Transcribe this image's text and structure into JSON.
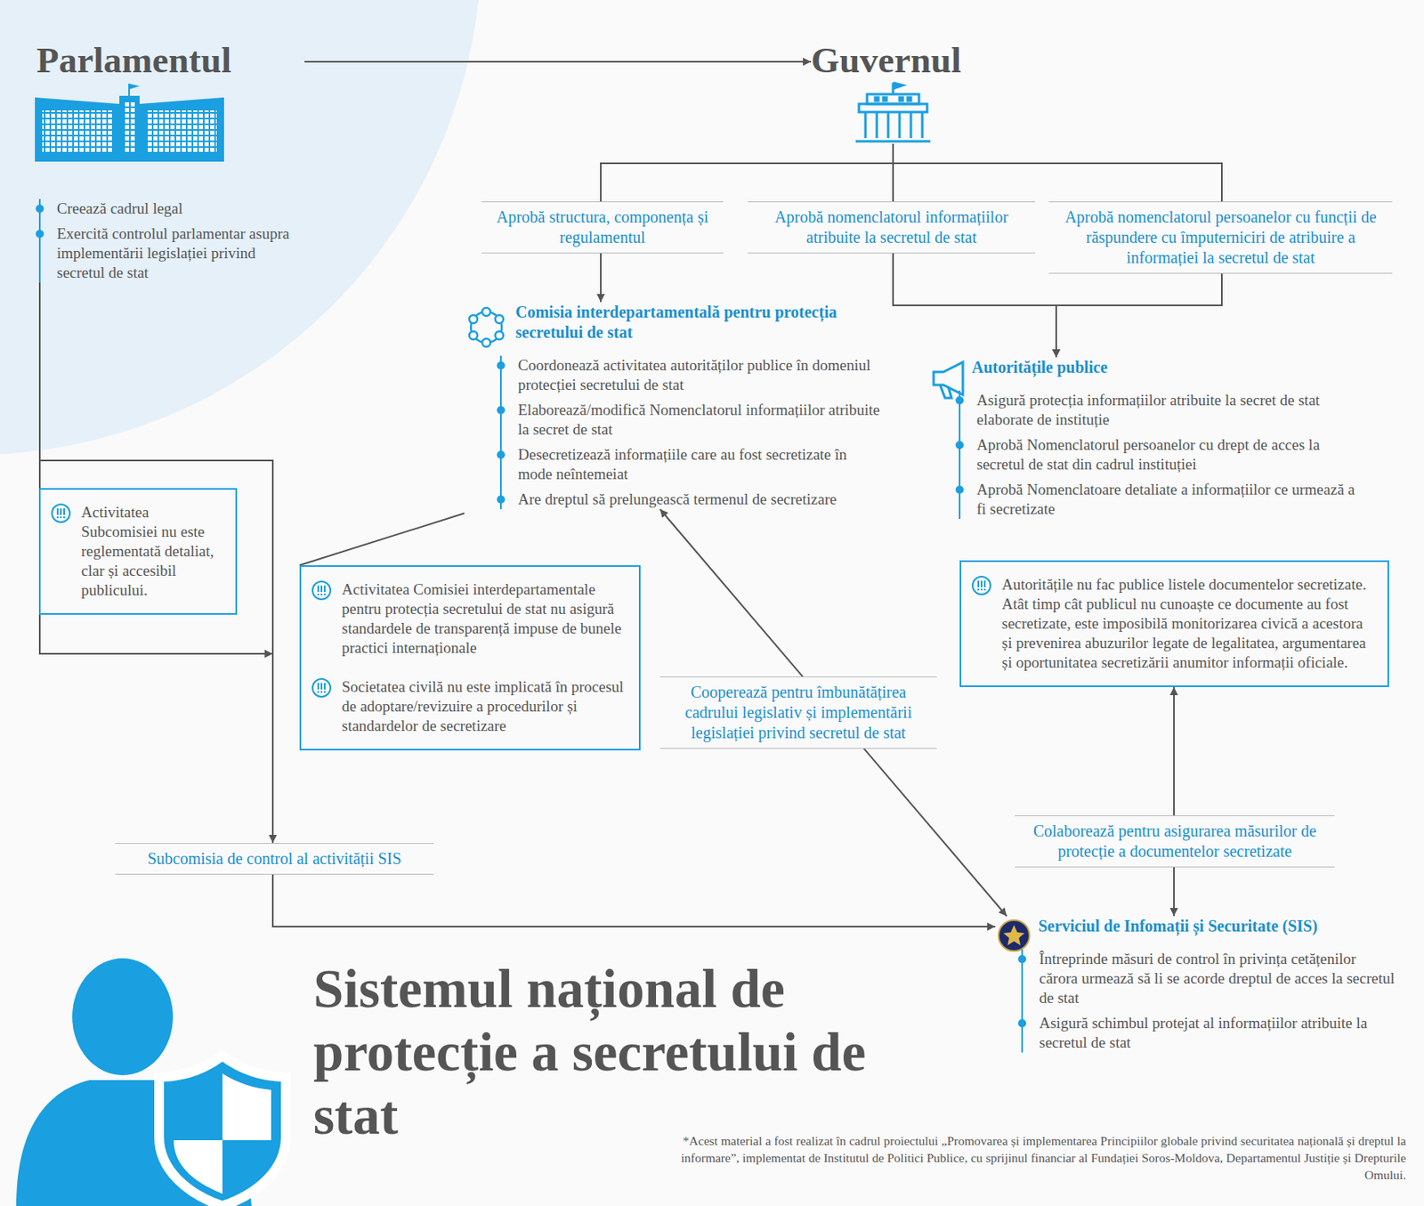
{
  "diagram": {
    "title": "Sistemul național de protecție a secretului de stat",
    "caption": "*Acest material a fost realizat în cadrul proiectului „Promovarea și implementarea Principiilor globale privind securitatea națională și dreptul la informare”, implementat de Institutul de Politici Publice, cu sprijinul financiar al Fundației Soros-Moldova, Departamentul Justiție și Drepturile Omului.",
    "nodes": [
      {
        "text": [
          "Parlamentul",
          "Creează cadrul legal",
          "Exercită controlul parlamentar asupra implementării legislației privind secretul de stat"
        ]
      },
      {
        "text": [
          "Guvernul"
        ]
      },
      {
        "text": [
          "Aprobă structura, componența și regulamentul"
        ]
      },
      {
        "text": [
          "Aprobă nomenclatorul informațiilor atribuite la secretul de stat"
        ]
      },
      {
        "text": [
          "Aprobă nomenclatorul persoanelor cu funcții de răspundere cu împuterniciri de atribuire a informației la secretul de stat"
        ]
      },
      {
        "text": [
          "Comisia interdepartamentală pentru protecția secretului de stat",
          "Coordonează activitatea autorităților publice în domeniul protecției secretului de stat",
          "Elaborează/modifică Nomenclatorul informațiilor atribuite la secret de stat",
          "Desecretizează informațiile care au fost secretizate în mode neîntemeiat",
          "Are dreptul să prelungească termenul de secretizare"
        ]
      },
      {
        "text": [
          "Autoritățile publice",
          "Asigură protecția informațiilor atribuite la secret de stat elaborate de instituție",
          "Aprobă Nomenclatorul persoanelor cu drept de acces la secretul de stat din cadrul instituției",
          "Aprobă Nomenclatoare detaliate a informațiilor ce urmează a fi secretizate"
        ]
      },
      {
        "text": [
          "Activitatea Subcomisiei nu este reglementată detaliat, clar și accesibil publicului."
        ]
      },
      {
        "text": [
          "Activitatea Comisiei interdepartamentale pentru protecția secretului de stat nu asigură standardele de transparență impuse de bunele practici internaționale",
          "Societatea civilă nu este implicată în procesul de adoptare/revizuire a procedurilor și standardelor de secretizare"
        ]
      },
      {
        "text": [
          "Autoritățile nu fac publice listele documentelor secretizate.",
          "Atât timp cât publicul nu cunoaște ce documente au fost secretizate, este imposibilă monitorizarea civică a acestora și prevenirea abuzurilor legate de legalitatea, argumentarea și oportunitatea secretizării anumitor informații oficiale."
        ]
      },
      {
        "text": [
          "Subcomisia de control al activității SIS"
        ]
      },
      {
        "text": [
          "Serviciul de Infomații și Securitate (SIS)",
          "Întreprinde măsuri de control în privința cetățenilor cărora urmează să li se acorde dreptul de acces la secretul de stat",
          "Asigură schimbul protejat al informațiilor atribuite la secretul de stat"
        ]
      }
    ],
    "edges": [
      {
        "from": 0,
        "to": 1,
        "arrow": "to"
      },
      {
        "from": 1,
        "to": 2,
        "arrow": "none"
      },
      {
        "from": 1,
        "to": 3,
        "arrow": "none"
      },
      {
        "from": 1,
        "to": 4,
        "arrow": "none"
      },
      {
        "from": 2,
        "to": 5,
        "arrow": "to"
      },
      {
        "from": 3,
        "to": 6,
        "arrow": "to"
      },
      {
        "from": 4,
        "to": 6,
        "arrow": "to"
      },
      {
        "from": 0,
        "to": 10,
        "arrow": "to"
      },
      {
        "from": 5,
        "to": 8,
        "arrow": "none"
      },
      {
        "from": 5,
        "to": 11,
        "label": "Cooperează pentru îmbunătățirea cadrului legislativ și implementării legislației privind secretul de stat",
        "arrow": "both"
      },
      {
        "from": 9,
        "to": 11,
        "label": "Colaborează pentru asigurarea măsurilor de protecție a documentelor secretizate",
        "arrow": "both"
      },
      {
        "from": 10,
        "to": 11,
        "arrow": "to"
      }
    ]
  }
}
